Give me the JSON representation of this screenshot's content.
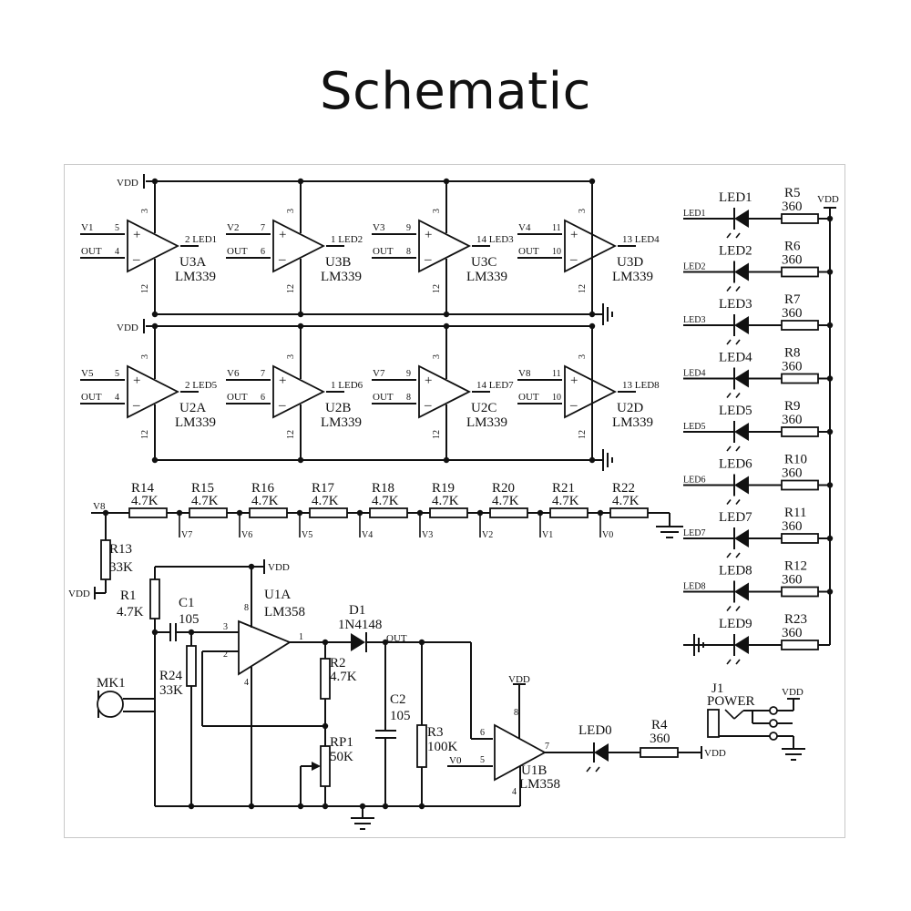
{
  "title": "Schematic",
  "colors": {
    "ink": "#111111",
    "frame": "#c8c8c8",
    "background": "#ffffff"
  },
  "power_nets": {
    "vdd": "VDD",
    "out": "OUT"
  },
  "comparators": [
    {
      "ref": "U3A",
      "part": "LM339",
      "plus_net": "V1",
      "plus_pin": "5",
      "minus_net": "OUT",
      "minus_pin": "4",
      "out_pin": "2",
      "out_net": "LED1",
      "vcc_pin": "3",
      "gnd_pin": "12"
    },
    {
      "ref": "U3B",
      "part": "LM339",
      "plus_net": "V2",
      "plus_pin": "7",
      "minus_net": "OUT",
      "minus_pin": "6",
      "out_pin": "1",
      "out_net": "LED2",
      "vcc_pin": "3",
      "gnd_pin": "12"
    },
    {
      "ref": "U3C",
      "part": "LM339",
      "plus_net": "V3",
      "plus_pin": "9",
      "minus_net": "OUT",
      "minus_pin": "8",
      "out_pin": "14",
      "out_net": "LED3",
      "vcc_pin": "3",
      "gnd_pin": "12"
    },
    {
      "ref": "U3D",
      "part": "LM339",
      "plus_net": "V4",
      "plus_pin": "11",
      "minus_net": "OUT",
      "minus_pin": "10",
      "out_pin": "13",
      "out_net": "LED4",
      "vcc_pin": "3",
      "gnd_pin": "12"
    },
    {
      "ref": "U2A",
      "part": "LM339",
      "plus_net": "V5",
      "plus_pin": "5",
      "minus_net": "OUT",
      "minus_pin": "4",
      "out_pin": "2",
      "out_net": "LED5",
      "vcc_pin": "3",
      "gnd_pin": "12"
    },
    {
      "ref": "U2B",
      "part": "LM339",
      "plus_net": "V6",
      "plus_pin": "7",
      "minus_net": "OUT",
      "minus_pin": "6",
      "out_pin": "1",
      "out_net": "LED6",
      "vcc_pin": "3",
      "gnd_pin": "12"
    },
    {
      "ref": "U2C",
      "part": "LM339",
      "plus_net": "V7",
      "plus_pin": "9",
      "minus_net": "OUT",
      "minus_pin": "8",
      "out_pin": "14",
      "out_net": "LED7",
      "vcc_pin": "3",
      "gnd_pin": "12"
    },
    {
      "ref": "U2D",
      "part": "LM339",
      "plus_net": "V8",
      "plus_pin": "11",
      "minus_net": "OUT",
      "minus_pin": "10",
      "out_pin": "13",
      "out_net": "LED8",
      "vcc_pin": "3",
      "gnd_pin": "12"
    }
  ],
  "led_bank": [
    {
      "net": "LED1",
      "led": "LED1",
      "res": "R5",
      "value": "360"
    },
    {
      "net": "LED2",
      "led": "LED2",
      "res": "R6",
      "value": "360"
    },
    {
      "net": "LED3",
      "led": "LED3",
      "res": "R7",
      "value": "360"
    },
    {
      "net": "LED4",
      "led": "LED4",
      "res": "R8",
      "value": "360"
    },
    {
      "net": "LED5",
      "led": "LED5",
      "res": "R9",
      "value": "360"
    },
    {
      "net": "LED6",
      "led": "LED6",
      "res": "R10",
      "value": "360"
    },
    {
      "net": "LED7",
      "led": "LED7",
      "res": "R11",
      "value": "360"
    },
    {
      "net": "LED8",
      "led": "LED8",
      "res": "R12",
      "value": "360"
    },
    {
      "net": "",
      "led": "LED9",
      "res": "R23",
      "value": "360"
    }
  ],
  "divider": {
    "top_net": "V8",
    "resistors": [
      {
        "ref": "R14",
        "value": "4.7K",
        "tap": "V7"
      },
      {
        "ref": "R15",
        "value": "4.7K",
        "tap": "V6"
      },
      {
        "ref": "R16",
        "value": "4.7K",
        "tap": "V5"
      },
      {
        "ref": "R17",
        "value": "4.7K",
        "tap": "V4"
      },
      {
        "ref": "R18",
        "value": "4.7K",
        "tap": "V3"
      },
      {
        "ref": "R19",
        "value": "4.7K",
        "tap": "V2"
      },
      {
        "ref": "R20",
        "value": "4.7K",
        "tap": "V1"
      },
      {
        "ref": "R21",
        "value": "4.7K",
        "tap": "V0"
      },
      {
        "ref": "R22",
        "value": "4.7K",
        "tap": ""
      }
    ],
    "r13": {
      "ref": "R13",
      "value": "33K"
    }
  },
  "amplifier": {
    "u1a": {
      "ref": "U1A",
      "part": "LM358",
      "pin_plus": "3",
      "pin_minus": "2",
      "pin_out": "1",
      "pin_vcc": "8",
      "pin_gnd": "4"
    },
    "u1b": {
      "ref": "U1B",
      "part": "LM358",
      "pin_minus": "6",
      "pin_plus": "5",
      "pin_out": "7",
      "pin_vcc": "8",
      "pin_gnd": "4",
      "plus_net": "V0"
    },
    "r1": {
      "ref": "R1",
      "value": "4.7K"
    },
    "c1": {
      "ref": "C1",
      "value": "105"
    },
    "r24": {
      "ref": "R24",
      "value": "33K"
    },
    "mk1": {
      "ref": "MK1"
    },
    "d1": {
      "ref": "D1",
      "value": "1N4148"
    },
    "r2": {
      "ref": "R2",
      "value": "4.7K"
    },
    "rp1": {
      "ref": "RP1",
      "value": "50K"
    },
    "c2": {
      "ref": "C2",
      "value": "105"
    },
    "r3": {
      "ref": "R3",
      "value": "100K"
    },
    "led0": {
      "ref": "LED0"
    },
    "r4": {
      "ref": "R4",
      "value": "360"
    },
    "j1": {
      "ref": "J1",
      "value": "POWER"
    }
  }
}
